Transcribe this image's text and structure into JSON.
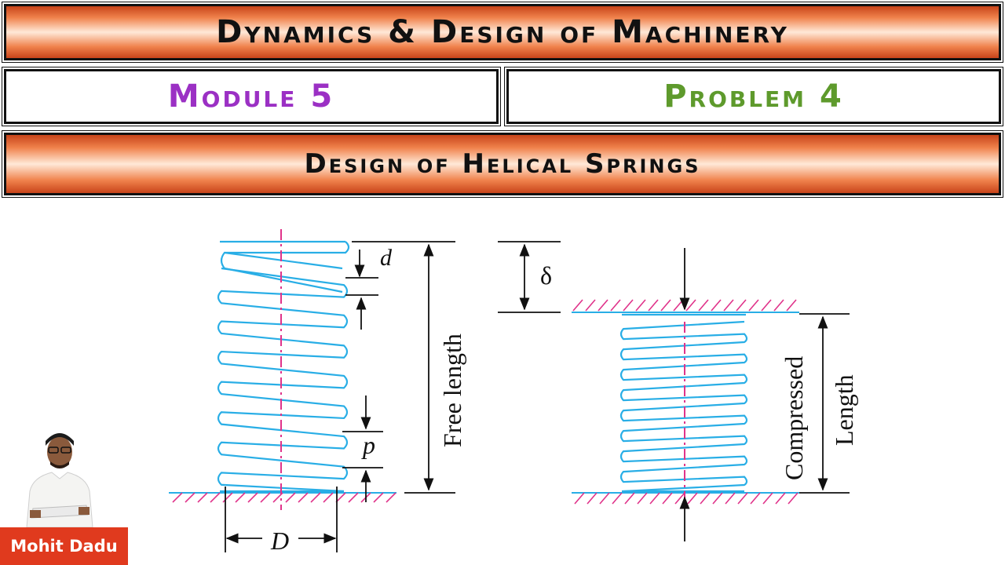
{
  "header": {
    "title": "Dynamics & Design of Machinery",
    "module": "Module 5",
    "problem": "Problem 4",
    "topic": "Design of Helical Springs"
  },
  "colors": {
    "banner_orange": "#e8693a",
    "module_text": "#9b30c4",
    "problem_text": "#5e9a2c",
    "spring": "#29aee6",
    "centerline": "#e0338a",
    "badge": "#e03a1e"
  },
  "diagram": {
    "labels": {
      "wire_dia": "d",
      "pitch": "p",
      "coil_dia": "D",
      "free_length": "Free length",
      "deflection": "δ",
      "compressed": "Compressed",
      "length": "Length"
    }
  },
  "presenter": {
    "name": "Mohit Dadu"
  }
}
